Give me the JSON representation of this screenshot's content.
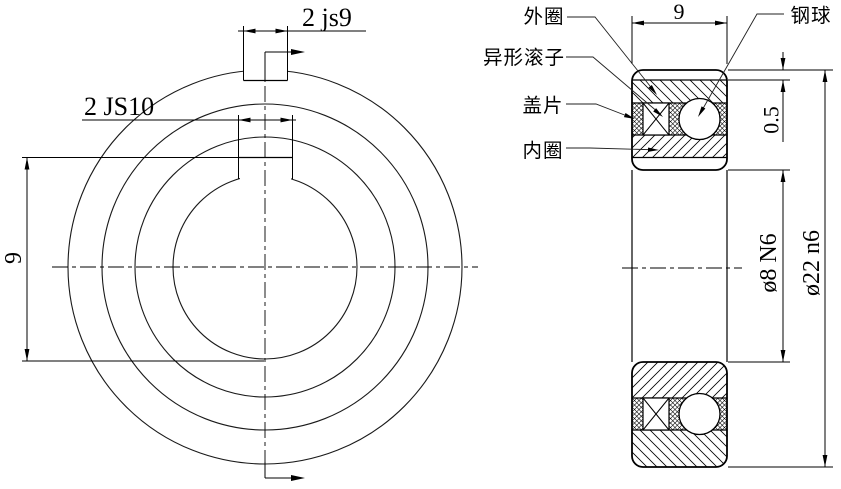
{
  "drawing": {
    "background": "#ffffff",
    "line_color": "#000000",
    "front_view": {
      "dim_outer_keyway_width": "2 js9",
      "dim_bore_keyway_width": "2 JS10",
      "dim_bore_to_keyway_depth": "9"
    },
    "section_view": {
      "dim_width": "9",
      "dim_slot_depth": "0.5",
      "dim_bore_diameter": "ø8 N6",
      "dim_outer_diameter": "ø22 n6",
      "labels": {
        "outer_ring": "外圈",
        "steel_ball": "钢球",
        "profiled_roller": "异形滚子",
        "shield": "盖片",
        "inner_ring": "内圈"
      }
    }
  }
}
